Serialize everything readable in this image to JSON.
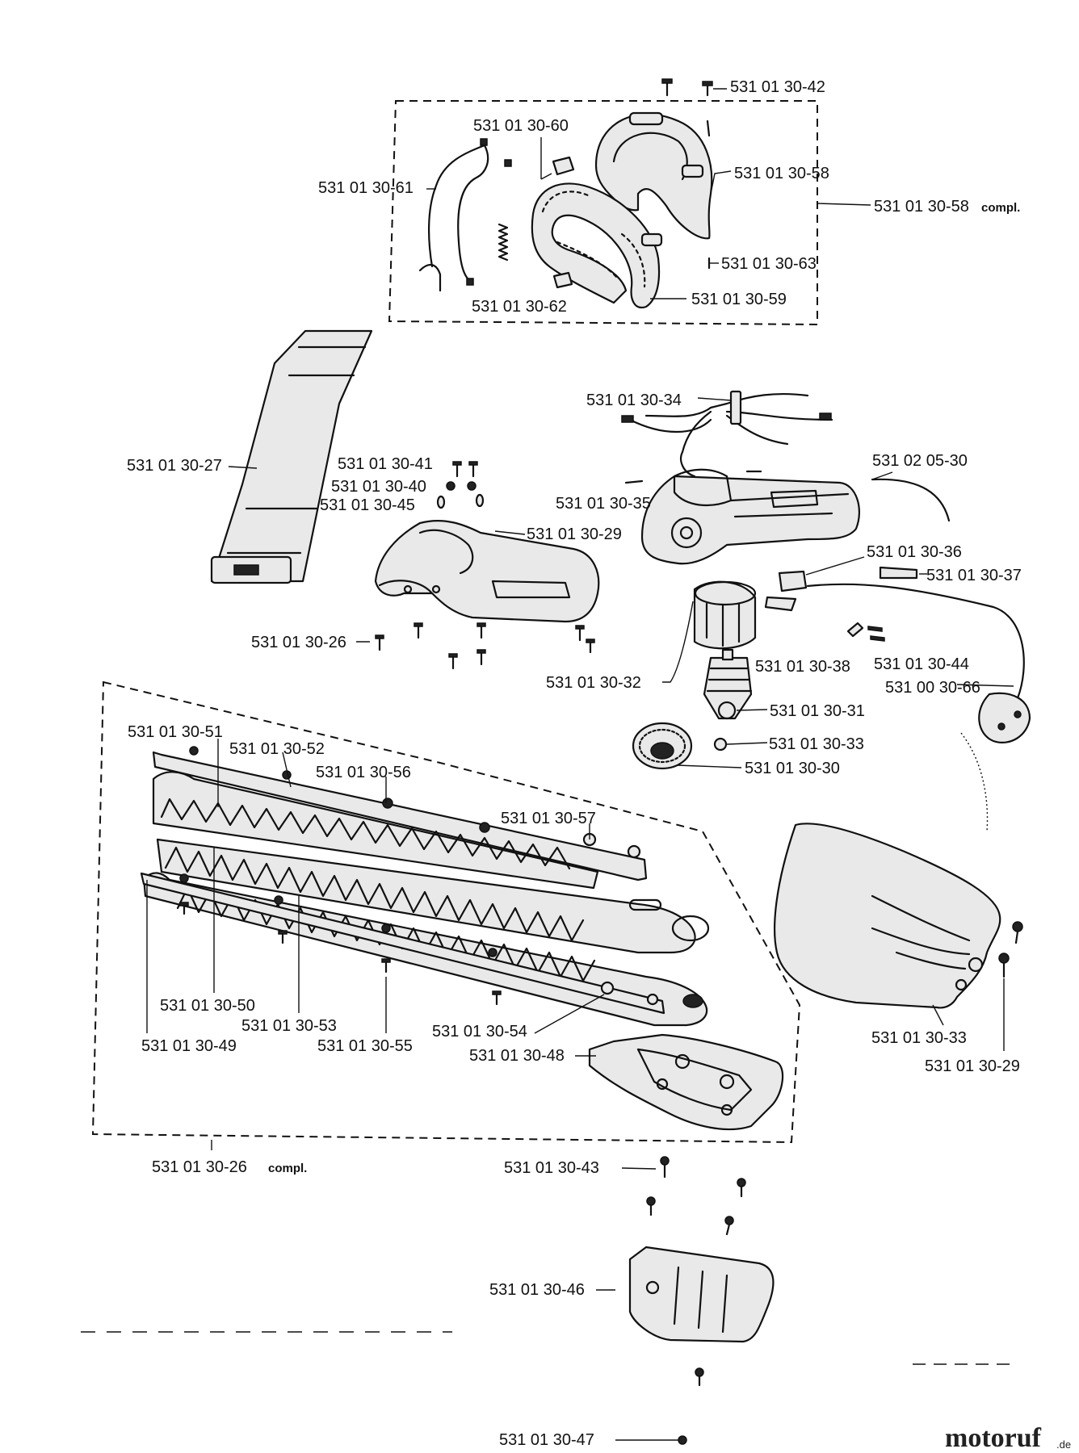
{
  "labels": {
    "p42": "531 01 30-42",
    "p60": "531 01 30-60",
    "p58": "531 01 30-58",
    "p58c": "531 01 30-58",
    "p61": "531 01 30-61",
    "p63": "531 01 30-63",
    "p62": "531 01 30-62",
    "p59": "531 01 30-59",
    "p34": "531 01 30-34",
    "p27": "531 01 30-27",
    "p41": "531 01 30-41",
    "p40": "531 01 30-40",
    "p45": "531 01 30-45",
    "p35": "531 01 30-35",
    "p0205": "531 02 05-30",
    "p29a": "531 01 30-29",
    "p36": "531 01 30-36",
    "p37": "531 01 30-37",
    "p26": "531 01 30-26",
    "p38": "531 01 30-38",
    "p44": "531 01 30-44",
    "p32": "531 01 30-32",
    "p0066": "531 00 30-66",
    "p31": "531 01 30-31",
    "p51": "531 01 30-51",
    "p52": "531 01 30-52",
    "p33a": "531 01 30-33",
    "p56": "531 01 30-56",
    "p30": "531 01 30-30",
    "p57": "531 01 30-57",
    "p50": "531 01 30-50",
    "p53": "531 01 30-53",
    "p54": "531 01 30-54",
    "p49": "531 01 30-49",
    "p55": "531 01 30-55",
    "p48": "531 01 30-48",
    "p33b": "531 01 30-33",
    "p29b": "531 01 30-29",
    "p26c": "531 01 30-26",
    "p43": "531 01 30-43",
    "p46": "531 01 30-46",
    "p47": "531 01 30-47"
  },
  "compl_text": "compl.",
  "watermark": {
    "brand": "motoruf",
    "tld": ".de"
  }
}
